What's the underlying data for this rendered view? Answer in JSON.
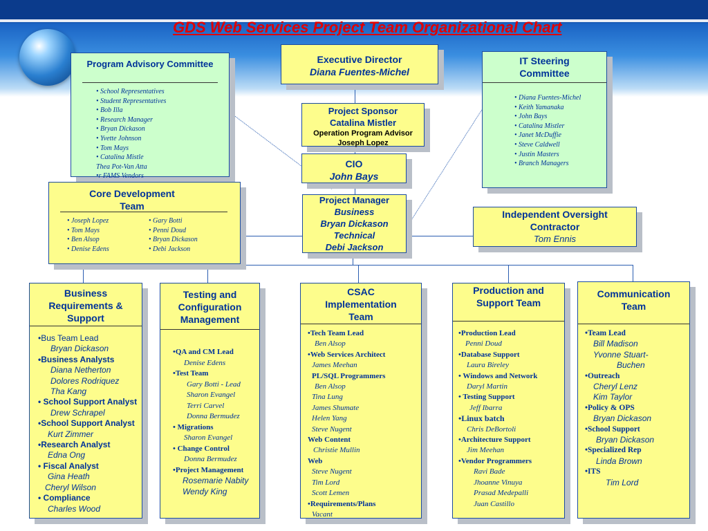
{
  "title": "GDS Web Services Project Team Organizational Chart",
  "program_advisory": {
    "heading": "Program Advisory Committee",
    "items": [
      "• School Representatives",
      "• Student Representatives",
      "• Bob Illa",
      "• Research Manager",
      "• Bryan Dickason",
      "• Yvette Johnson",
      "• Tom Mays",
      "• Catalina Mistle",
      "Thea Pot-Van Atta",
      "•r FAMS Vendors"
    ]
  },
  "executive": {
    "role": "Executive Director",
    "name": "Diana Fuentes-Michel"
  },
  "sponsor": {
    "l1": "Project Sponsor",
    "l2": "Catalina Mistler",
    "l3": "Operation Program Advisor",
    "l4": "Joseph Lopez"
  },
  "cio": {
    "role": "CIO",
    "name": "John Bays"
  },
  "it_steering": {
    "heading1": "IT Steering",
    "heading2": "Committee",
    "items": [
      "• Diana Fuentes-Michel",
      "• Keith Yamanaka",
      "• John Bays",
      "• Catalina Mistler",
      "• Janet McDuffie",
      "• Steve Caldwell",
      "• Justin Masters",
      "• Branch Managers"
    ]
  },
  "core_dev": {
    "heading1": "Core Development",
    "heading2": "Team",
    "col1": [
      "• Joseph Lopez",
      "• Tom Mays",
      "• Ben Alsop",
      "• Denise Edens"
    ],
    "col2": [
      "• Gary Botti",
      "• Penni Doud",
      "• Bryan Dickason",
      "• Debi Jackson"
    ]
  },
  "pm": {
    "l1": "Project Manager",
    "l2": "Business",
    "l3": "Bryan Dickason",
    "l4": "Technical",
    "l5": "Debi Jackson"
  },
  "oversight": {
    "l1": "Independent Oversight",
    "l2": "Contractor",
    "l3": "Tom Ennis"
  },
  "business_req": {
    "h1": "Business",
    "h2": "Requirements &",
    "h3": "Support",
    "items": [
      "•Bus Team Lead",
      "Bryan Dickason",
      "•Business Analysts",
      "Diana Netherton",
      "Dolores Rodriquez",
      "Tha Kang",
      "• School Support Analyst",
      "Drew Schrapel",
      "•School Support Analyst",
      "Kurt Zimmer",
      "•Research Analyst",
      "Edna Ong",
      "• Fiscal Analyst",
      "Gina Heath",
      "Cheryl Wilson",
      "• Compliance",
      "Charles Wood"
    ]
  },
  "testing": {
    "h1": "Testing and",
    "h2": "Configuration",
    "h3": "Management",
    "items": [
      "•QA and CM Lead",
      "Denise Edens",
      "•Test Team",
      "Gary Botti - Lead",
      "Sharon Evangel",
      "Terri Carvel",
      "Donna Bermudez",
      "• Migrations",
      "Sharon Evangel",
      "• Change Control",
      "Donna Bermudez",
      "•Project Management",
      "Rosemarie Nabity",
      "Wendy King"
    ]
  },
  "csac": {
    "h1": "CSAC",
    "h2": "Implementation",
    "h3": "Team",
    "items": [
      "•Tech Team Lead",
      "Ben Alsop",
      "•Web Services  Architect",
      "James  Meehan",
      "PL/SQL Programmers",
      "Ben Alsop",
      "Tina Lung",
      "James Shumate",
      "Helen Yang",
      "Steve Nugent",
      "Web Content",
      "Christie Mullin",
      "Web",
      "Steve Nugent",
      "Tim Lord",
      "Scott Lemen",
      "•Requirements/Plans",
      "Vacant"
    ]
  },
  "production": {
    "h1": "Production  and",
    "h2": "Support Team",
    "items": [
      "•Production Lead",
      "Penni Doud",
      "•Database Support",
      "Laura Bireley",
      "• Windows  and Network",
      "Daryl Martin",
      "•  Testing Support",
      "Jeff Ibarra",
      "•Linux batch",
      "Chris DeBortoli",
      "•Architecture Support",
      "Jim Meehan",
      "•Vendor Programmers",
      "Ravi Bade",
      "Jhoanne Vinuya",
      "Prasad Medepalli",
      "Juan Castillo"
    ]
  },
  "communication": {
    "h1": "Communication",
    "h2": "Team",
    "items": [
      "•Team Lead",
      "Bill Madison",
      "Yvonne Stuart-",
      "Buchen",
      "•Outreach",
      "Cheryl Lenz",
      "Kim Taylor",
      "•Policy & OPS",
      "Bryan Dickason",
      "•School Support",
      "Bryan Dickason",
      "•Specialized Rep",
      "Linda Brown",
      "•ITS",
      "Tim Lord"
    ]
  }
}
